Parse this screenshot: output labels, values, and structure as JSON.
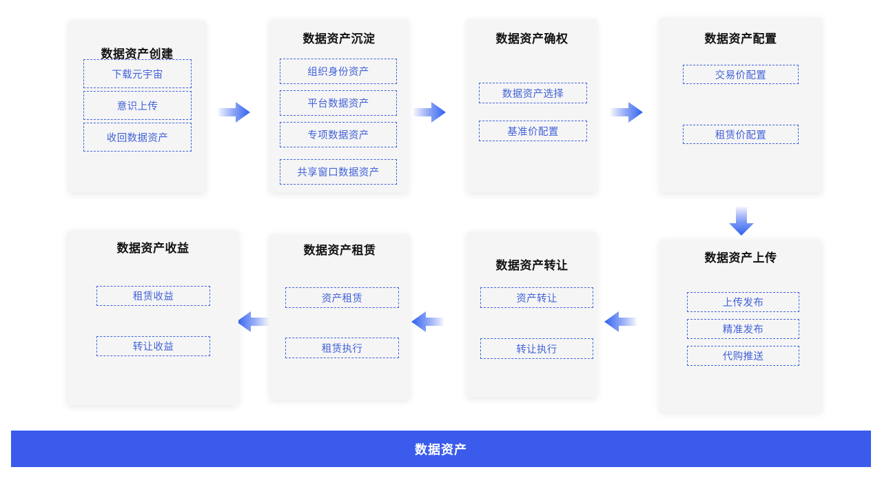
{
  "diagram": {
    "title": "数据资产",
    "accent_color": "#3a5bec",
    "card_bg": "#f5f5f5",
    "item_border_color": "#3f62d8",
    "item_text_color": "#4262d8",
    "footer": {
      "label": "数据资产",
      "bg": "#3a5bec",
      "text_color": "#ffffff"
    },
    "cards": [
      {
        "id": "create",
        "title": "数据资产创建",
        "items": [
          "下载元宇宙",
          "意识上传",
          "收回数据资产"
        ]
      },
      {
        "id": "precipitate",
        "title": "数据资产沉淀",
        "items": [
          "组织身份资产",
          "平台数据资产",
          "专项数据资产",
          "共享窗口数据资产"
        ]
      },
      {
        "id": "confirm-rights",
        "title": "数据资产确权",
        "items": [
          "数据资产选择",
          "基准价配置"
        ]
      },
      {
        "id": "configure",
        "title": "数据资产配置",
        "items": [
          "交易价配置",
          "租赁价配置"
        ]
      },
      {
        "id": "upload",
        "title": "数据资产上传",
        "items": [
          "上传发布",
          "精准发布",
          "代购推送"
        ]
      },
      {
        "id": "transfer",
        "title": "数据资产转让",
        "items": [
          "资产转让",
          "转让执行"
        ]
      },
      {
        "id": "lease",
        "title": "数据资产租赁",
        "items": [
          "资产租赁",
          "租赁执行"
        ]
      },
      {
        "id": "revenue",
        "title": "数据资产收益",
        "items": [
          "租赁收益",
          "转让收益"
        ]
      }
    ],
    "arrows": [
      {
        "id": "create-to-precipitate",
        "direction": "right"
      },
      {
        "id": "precipitate-to-confirm-rights",
        "direction": "right"
      },
      {
        "id": "confirm-rights-to-configure",
        "direction": "right"
      },
      {
        "id": "configure-to-upload",
        "direction": "down"
      },
      {
        "id": "upload-to-transfer",
        "direction": "left"
      },
      {
        "id": "transfer-to-lease",
        "direction": "left"
      },
      {
        "id": "lease-to-revenue",
        "direction": "left"
      }
    ]
  }
}
